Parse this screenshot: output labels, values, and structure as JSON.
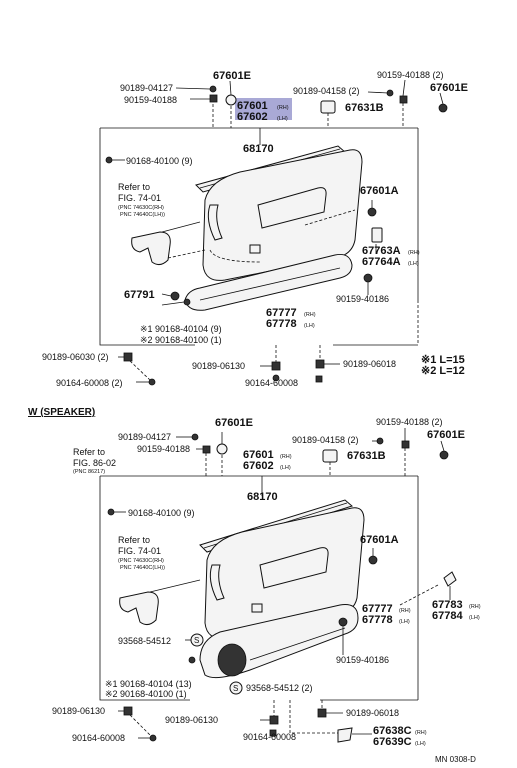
{
  "top": {
    "labels": {
      "l_90189_04127": "90189-04127",
      "l_90159_40188_a": "90159-40188",
      "l_67601e_a": "67601E",
      "l_67601": "67601",
      "l_67601_s": "(RH)",
      "l_67602": "67602",
      "l_67602_s": "(LH)",
      "l_90159_40188_b": "90159-40188 (2)",
      "l_90189_04158": "90189-04158 (2)",
      "l_67631b": "67631B",
      "l_67601e_b": "67601E",
      "l_68170": "68170",
      "l_90168_40100": "90168-40100 (9)",
      "l_refer1": "Refer to",
      "l_fig74": "FIG. 74-01",
      "l_pnc1": "(PNC 74630C(RH)",
      "l_pnc2": "PNC 74640C(LH))",
      "l_67601a": "67601A",
      "l_67763a": "67763A",
      "l_67763a_s": "(RH)",
      "l_67764a": "67764A",
      "l_67764a_s": "(LH)",
      "l_67791": "67791",
      "l_90159_40186": "90159-40186",
      "l_67777": "67777",
      "l_67777_s": "(RH)",
      "l_67778": "67778",
      "l_67778_s": "(LH)",
      "l_n1": "※1 90168-40104 (9)",
      "l_n2": "※2 90168-40100 (1)",
      "l_90189_06030": "90189-06030 (2)",
      "l_90164_60008_a": "90164-60008 (2)",
      "l_90189_06130": "90189-06130",
      "l_90164_60008_b": "90164-60008",
      "l_90189_06018": "90189-06018",
      "l_note1": "※1 L=15",
      "l_note2": "※2 L=12"
    }
  },
  "section_title": "W (SPEAKER)",
  "bottom": {
    "labels": {
      "b_90189_04127": "90189-04127",
      "b_67601e_a": "67601E",
      "b_90159_40188_a": "90159-40188",
      "b_refer2": "Refer to",
      "b_fig86": "FIG. 86-02",
      "b_pnc86": "(PNC 86217)",
      "b_67601": "67601",
      "b_67601_s": "(RH)",
      "b_67602": "67602",
      "b_67602_s": "(LH)",
      "b_90159_40188_b": "90159-40188 (2)",
      "b_90189_04158": "90189-04158 (2)",
      "b_67631b": "67631B",
      "b_67601e_b": "67601E",
      "b_68170": "68170",
      "b_90168_40100": "90168-40100 (9)",
      "b_refer1": "Refer to",
      "b_fig74": "FIG. 74-01",
      "b_pnc1": "(PNC 74630C(RH)",
      "b_pnc2": "PNC 74640C(LH))",
      "b_67601a": "67601A",
      "b_67777": "67777",
      "b_67777_s": "(RH)",
      "b_67778": "67778",
      "b_67778_s": "(LH)",
      "b_67783": "67783",
      "b_67783_s": "(RH)",
      "b_67784": "67784",
      "b_67784_s": "(LH)",
      "b_93568_a": "93568-54512",
      "b_90159_40186": "90159-40186",
      "b_n1": "※1 90168-40104 (13)",
      "b_n2": "※2 90168-40100 (1)",
      "b_93568_b": "93568-54512 (2)",
      "b_90189_06130_a": "90189-06130",
      "b_90164_60008_a": "90164-60008",
      "b_90189_06130_b": "90189-06130",
      "b_90164_60008_b": "90164-60008",
      "b_90189_06018": "90189-06018",
      "b_67638c": "67638C",
      "b_67638c_s": "(RH)",
      "b_67639c": "67639C",
      "b_67639c_s": "(LH)",
      "b_s": "S"
    }
  },
  "footer_code": "MN 0308-D",
  "colors": {
    "highlight": "#a9a9d6",
    "ink": "#111111"
  }
}
